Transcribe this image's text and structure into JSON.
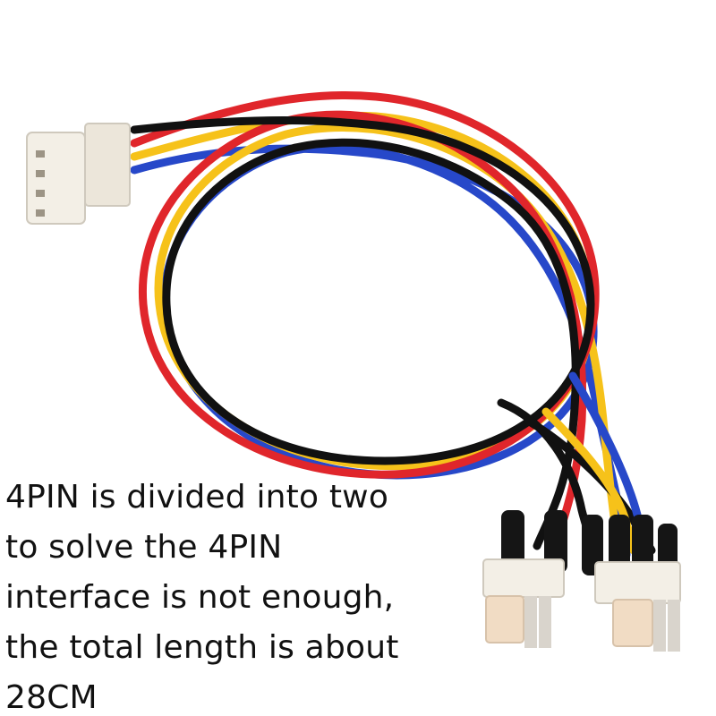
{
  "caption": {
    "lines": [
      "4PIN is divided into two",
      "to solve the 4PIN",
      "interface is not enough,",
      "the total length is about",
      "28CM"
    ]
  },
  "product": {
    "wire_colors": {
      "black": "#111111",
      "red": "#e0262b",
      "yellow": "#f6c21a",
      "blue": "#2748c9"
    },
    "connector_color": "#f3efe6"
  }
}
